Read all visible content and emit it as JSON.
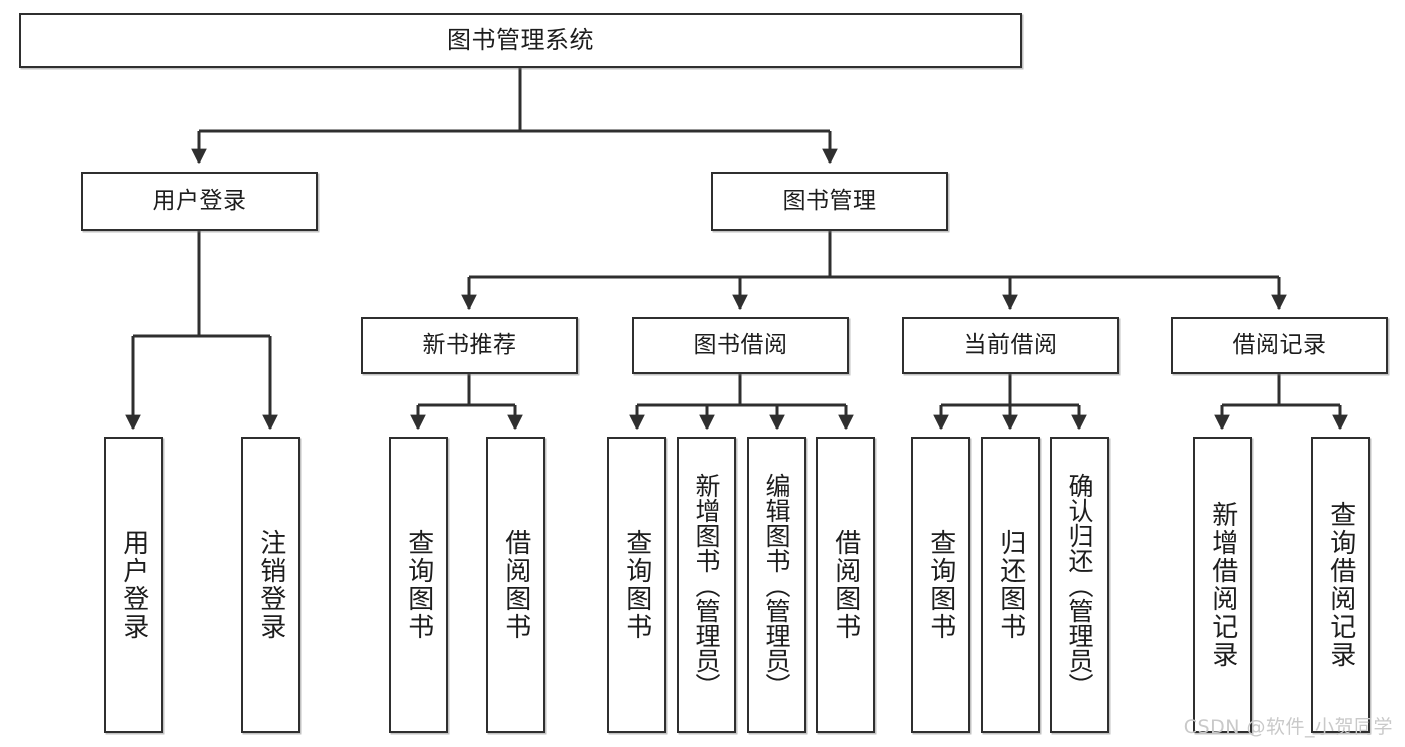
{
  "diagram": {
    "title": "图书管理系统",
    "type": "tree-hierarchy-chart",
    "watermark": "CSDN @软件_小贺同学",
    "colors": {
      "box_border": "#2f2f2f",
      "box_fill": "#ffffff",
      "text": "#1d1d1d",
      "edge": "#2f2f2f",
      "watermark": "#c9c9c9",
      "background": "#ffffff"
    },
    "nodes": {
      "root": {
        "label": "图书管理系统"
      },
      "level2": [
        {
          "id": "user-login",
          "label": "用户登录"
        },
        {
          "id": "book-manage",
          "label": "图书管理"
        }
      ],
      "level3": [
        {
          "id": "new-book-recommend",
          "label": "新书推荐"
        },
        {
          "id": "book-borrow",
          "label": "图书借阅"
        },
        {
          "id": "current-borrow",
          "label": "当前借阅"
        },
        {
          "id": "borrow-record",
          "label": "借阅记录"
        }
      ],
      "leaves": {
        "user_login": [
          {
            "id": "leaf-user-login",
            "label": "用户登录"
          },
          {
            "id": "leaf-user-logout",
            "label": "注销登录"
          }
        ],
        "new_book_recommend": [
          {
            "id": "leaf-query-book-1",
            "label": "查询图书"
          },
          {
            "id": "leaf-borrow-book-1",
            "label": "借阅图书"
          }
        ],
        "book_borrow": [
          {
            "id": "leaf-query-book-2",
            "label": "查询图书"
          },
          {
            "id": "leaf-add-book",
            "label": "新增图书（管理员）"
          },
          {
            "id": "leaf-edit-book",
            "label": "编辑图书（管理员）"
          },
          {
            "id": "leaf-borrow-book-2",
            "label": "借阅图书"
          }
        ],
        "current_borrow": [
          {
            "id": "leaf-query-book-3",
            "label": "查询图书"
          },
          {
            "id": "leaf-return-book",
            "label": "归还图书"
          },
          {
            "id": "leaf-confirm-return",
            "label": "确认归还（管理员）"
          }
        ],
        "borrow_record": [
          {
            "id": "leaf-add-record",
            "label": "新增借阅记录"
          },
          {
            "id": "leaf-query-record",
            "label": "查询借阅记录"
          }
        ]
      }
    }
  }
}
